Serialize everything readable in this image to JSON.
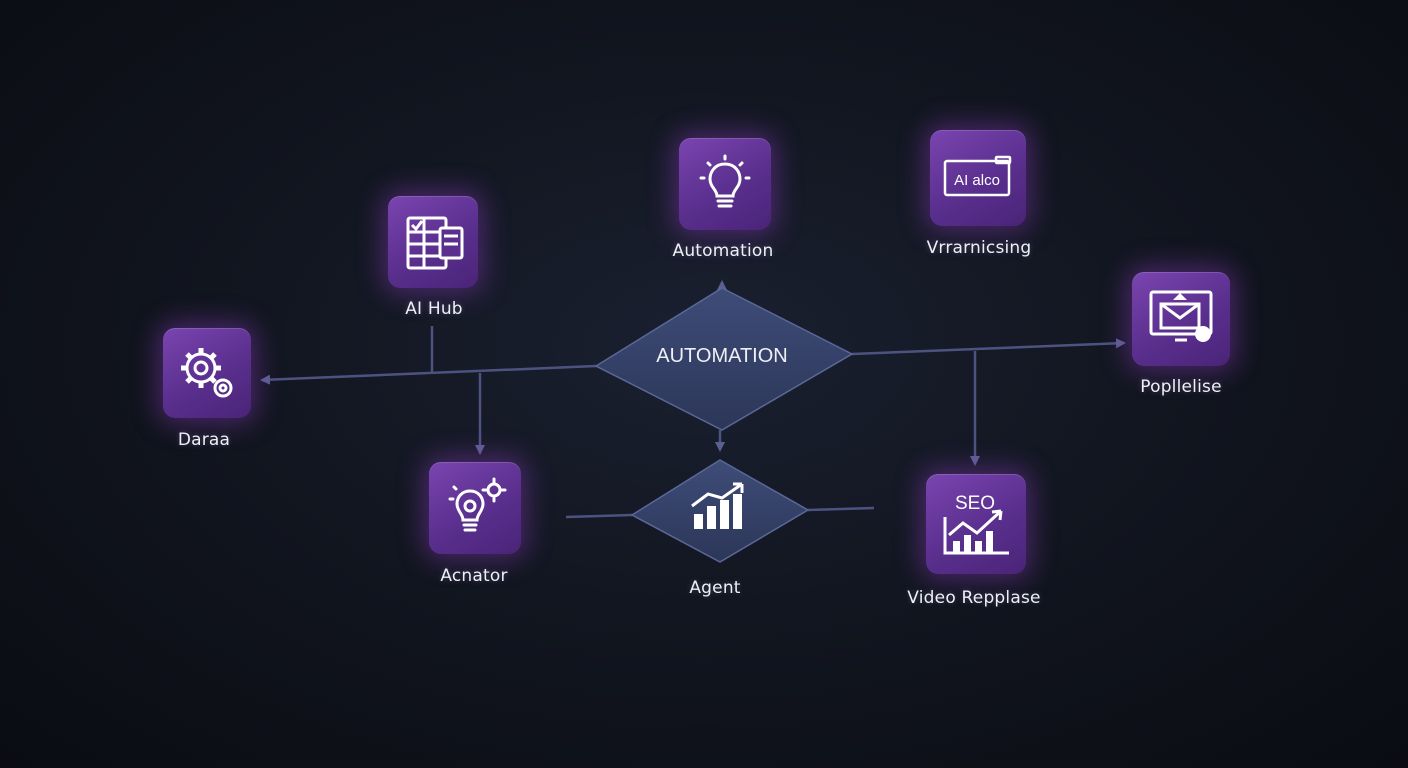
{
  "diagram": {
    "center_label": "AUTOMATION",
    "nodes": {
      "automation": "Automation",
      "vrarnicsing": "Vrrarnicsing",
      "ai_hub": "AI Hub",
      "poplielise": "Popllelise",
      "daraa": "Daraa",
      "acnator": "Acnator",
      "agent": "Agent",
      "video": "Video Repplase"
    },
    "screen_text": "AI alco",
    "seo_text": "SEO"
  },
  "colors": {
    "tile": "#6a3aa0",
    "line": "#4a5078",
    "diamond": "#3a4670",
    "label": "#eef0f6"
  }
}
